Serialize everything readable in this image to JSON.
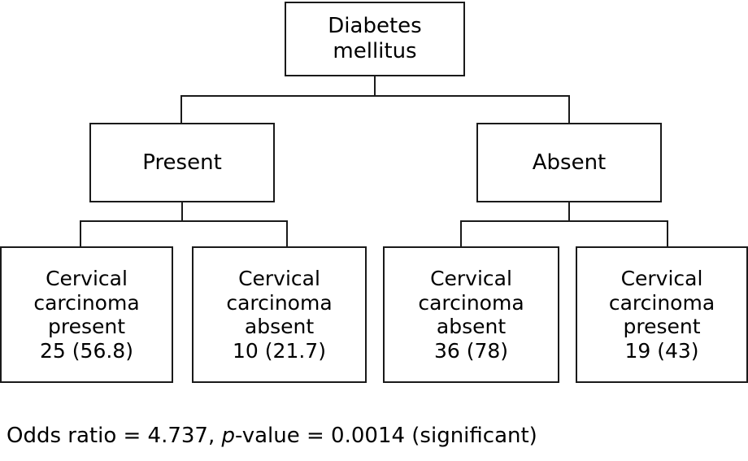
{
  "figure": {
    "type": "decision-tree-diagram",
    "background_color": "#ffffff",
    "line_color": "#1a1a1a",
    "text_color": "#000000"
  },
  "tree": {
    "root": {
      "label_line1": "Diabetes",
      "label_line2": "mellitus"
    },
    "branches": [
      {
        "label": "Present",
        "leaves": [
          {
            "line1": "Cervical",
            "line2": "carcinoma",
            "line3": "present",
            "value": "25 (56.8)",
            "count": 25,
            "percent": 56.8
          },
          {
            "line1": "Cervical",
            "line2": "carcinoma",
            "line3": "absent",
            "value": "10 (21.7)",
            "count": 10,
            "percent": 21.7
          }
        ]
      },
      {
        "label": "Absent",
        "leaves": [
          {
            "line1": "Cervical",
            "line2": "carcinoma",
            "line3": "absent",
            "value": "36 (78)",
            "count": 36,
            "percent": 78
          },
          {
            "line1": "Cervical",
            "line2": "carcinoma",
            "line3": "present",
            "value": "19 (43)",
            "count": 19,
            "percent": 43
          }
        ]
      }
    ]
  },
  "caption": {
    "odds_ratio_label": "Odds ratio = 4.737, ",
    "p_italic": "p",
    "p_rest": "-value = 0.0014 (significant)",
    "odds_ratio": 4.737,
    "p_value": 0.0014,
    "significance": "significant"
  }
}
